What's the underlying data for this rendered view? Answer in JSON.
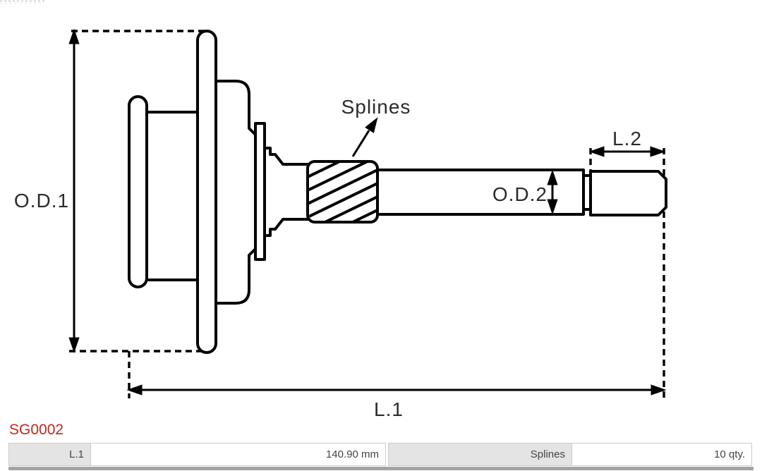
{
  "diagram": {
    "labels": {
      "od1": "O.D.1",
      "od2": "O.D.2",
      "l1": "L.1",
      "l2": "L.2",
      "splines": "Splines"
    },
    "stroke_color": "#000000",
    "label_color": "#2b2b2b"
  },
  "product": {
    "code": "SG0002",
    "code_color": "#c2261b"
  },
  "spec_table": {
    "rows": [
      {
        "label": "L.1",
        "value": "140.90 mm"
      },
      {
        "label": "Splines",
        "value": "10 qty."
      }
    ],
    "label_bg": "#e4e4e4",
    "border_color": "#cccccc",
    "text_color": "#444444"
  }
}
